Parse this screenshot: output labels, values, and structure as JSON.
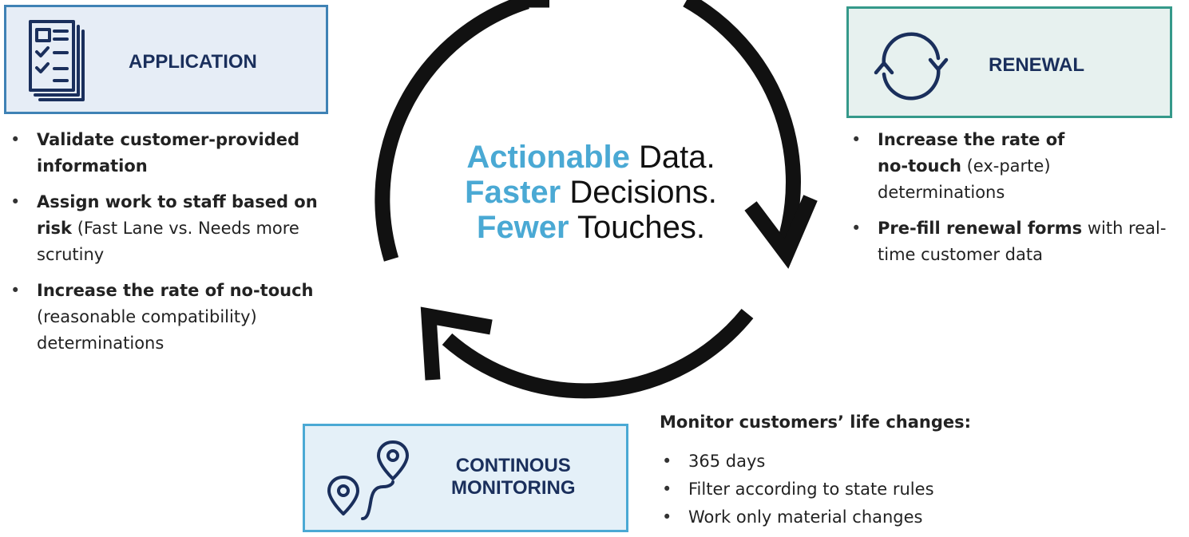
{
  "application": {
    "title": "APPLICATION",
    "icon": "checklist-document-icon",
    "bullets": [
      {
        "bold": "Validate customer-provided information",
        "rest": ""
      },
      {
        "bold": "Assign work to staff based on risk",
        "rest": " (Fast Lane vs. Needs more scrutiny"
      },
      {
        "bold": "Increase the rate of no-touch",
        "rest": " (reasonable compatibility) determinations"
      }
    ]
  },
  "renewal": {
    "title": "RENEWAL",
    "icon": "refresh-cycle-icon",
    "bullets": [
      {
        "bold": "Increase the rate of no-touch",
        "rest": " (ex-parte) determinations"
      },
      {
        "bold": "Pre-fill renewal forms",
        "rest": " with real-time customer data"
      }
    ]
  },
  "monitoring": {
    "title_line1": "CONTINOUS",
    "title_line2": "MONITORING",
    "icon": "route-map-pin-icon",
    "heading": "Monitor customers’ life changes:",
    "bullets": [
      "365 days",
      "Filter according to state rules",
      "Work only material changes"
    ]
  },
  "center": {
    "line1_accent": "Actionable",
    "line1_rest": " Data.",
    "line2_accent": "Faster",
    "line2_rest": " Decisions.",
    "line3_accent": "Fewer",
    "line3_rest": " Touches."
  },
  "colors": {
    "accent": "#4aa9d4",
    "navy": "#1a2f5c",
    "application_border": "#3f82b5",
    "renewal_border": "#35998a",
    "monitoring_border": "#4aa9d4"
  }
}
